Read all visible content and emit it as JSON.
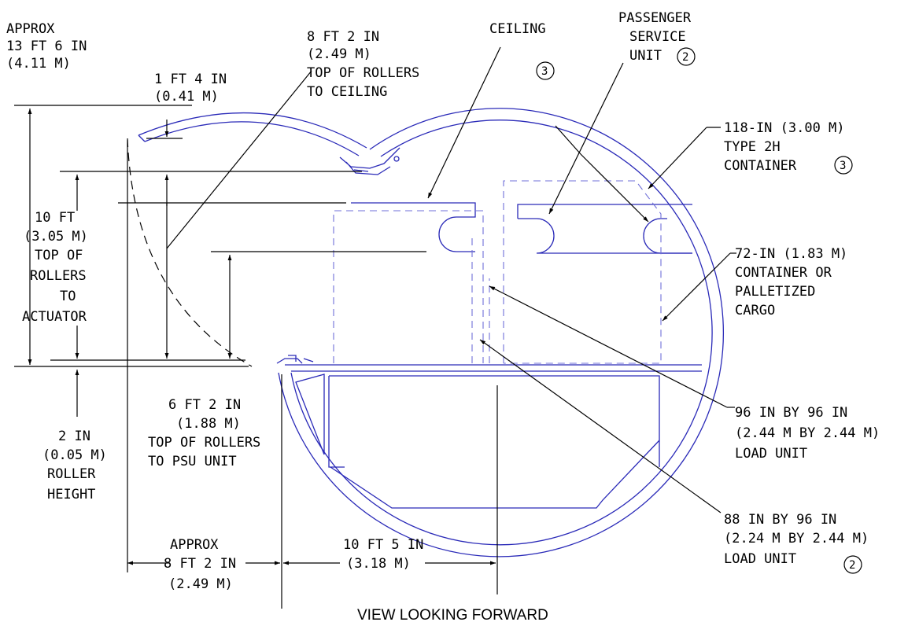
{
  "colors": {
    "fuselage": "#2a2ab8",
    "containers": "#6f6fd8",
    "dimensions": "#000000",
    "background": "#ffffff"
  },
  "labels": {
    "approx_height": [
      "APPROX",
      "13 FT 6 IN",
      "(4.11 M)"
    ],
    "door_thickness": [
      "1 FT 4 IN",
      "(0.41 M)"
    ],
    "rollers_to_ceiling": [
      "8 FT 2 IN",
      "(2.49 M)",
      "TOP OF ROLLERS",
      "TO CEILING"
    ],
    "ceiling": [
      "CEILING"
    ],
    "psu": [
      "PASSENGER",
      "SERVICE",
      "UNIT"
    ],
    "type2h": [
      "118-IN (3.00 M)",
      "TYPE 2H",
      "CONTAINER"
    ],
    "rollers_to_actuator": [
      "10 FT",
      "(3.05 M)",
      "TOP OF",
      "ROLLERS",
      "TO",
      "ACTUATOR"
    ],
    "cargo72": [
      "72-IN (1.83 M)",
      "CONTAINER OR",
      "PALLETIZED",
      "CARGO"
    ],
    "rollers_to_psu": [
      "6 FT 2 IN",
      "(1.88 M)",
      "TOP OF ROLLERS",
      "TO PSU UNIT"
    ],
    "roller_height": [
      "2 IN",
      "(0.05 M)",
      "ROLLER",
      "HEIGHT"
    ],
    "load96": [
      "96 IN BY 96 IN",
      "(2.44 M BY 2.44 M)",
      "LOAD UNIT"
    ],
    "load88": [
      "88 IN BY 96 IN",
      "(2.24 M BY 2.44 M)",
      "LOAD UNIT"
    ],
    "door_offset": [
      "APPROX",
      "8 FT 2 IN",
      "(2.49 M)"
    ],
    "centerline_offset": [
      "10 FT 5 IN",
      "(3.18 M)"
    ],
    "caption": "VIEW LOOKING FORWARD"
  },
  "notes": {
    "n2": "2",
    "n3": "3"
  }
}
